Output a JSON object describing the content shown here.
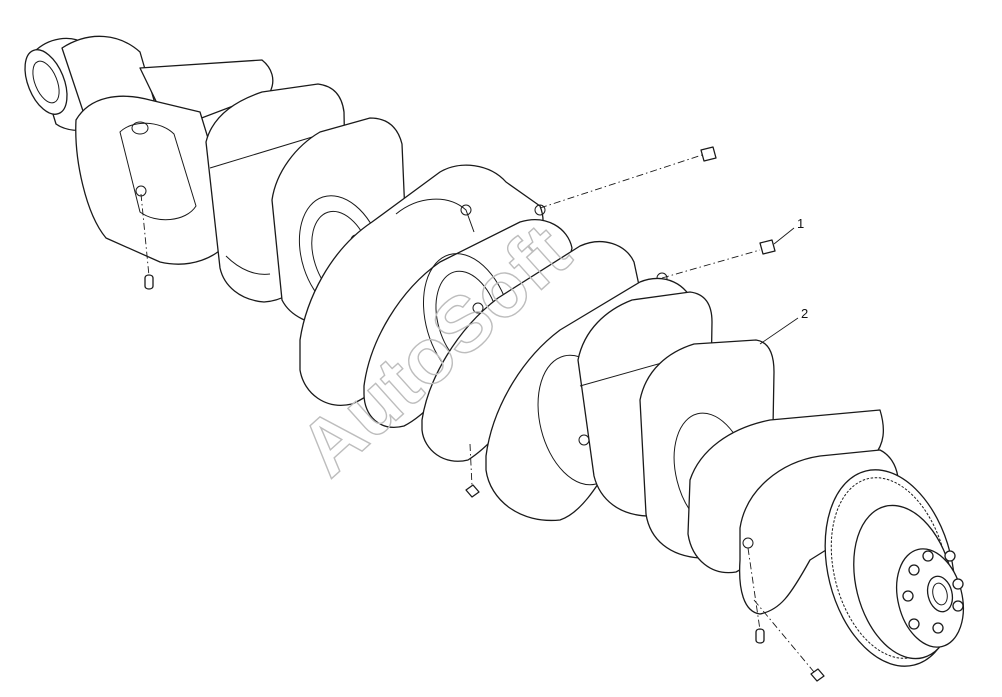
{
  "diagram": {
    "watermark": "AutoSoft",
    "callouts": [
      {
        "id": "1",
        "label": "1"
      },
      {
        "id": "2",
        "label": "2"
      }
    ]
  }
}
